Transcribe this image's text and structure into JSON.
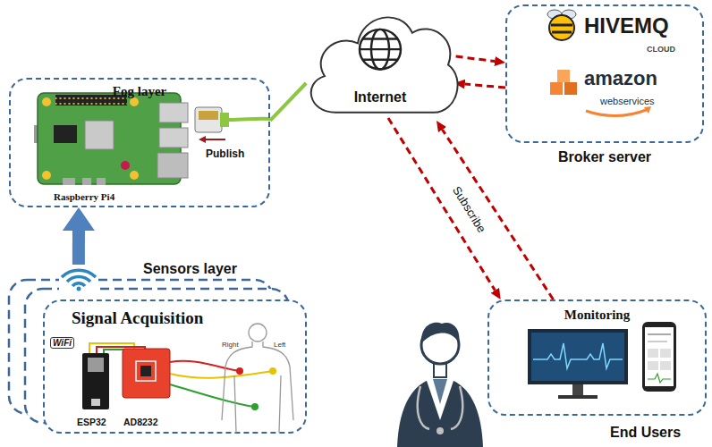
{
  "diagram": {
    "nodes": [
      {
        "text": [
          "Fog layer"
        ]
      },
      {
        "text": [
          "Internet"
        ]
      },
      {
        "text": [
          "Broker server"
        ]
      },
      {
        "text": [
          "Sensors layer",
          "Signal Acquisition"
        ]
      },
      {
        "text": [
          "Monitoring",
          "End Users"
        ]
      }
    ],
    "edges": [
      {
        "from": 3,
        "to": 0,
        "arrow": "to"
      },
      {
        "from": 0,
        "to": 1,
        "arrow": "none"
      },
      {
        "from": 1,
        "to": 2,
        "arrow": "to"
      },
      {
        "from": 2,
        "to": 1,
        "arrow": "to"
      },
      {
        "from": 1,
        "to": 4,
        "arrow": "to",
        "label": "Subscribe"
      },
      {
        "from": 4,
        "to": 1,
        "arrow": "to"
      }
    ],
    "labels": [
      "Raspberry Pi4",
      "Publish",
      "HIVEMQ",
      "CLOUD",
      "amazon",
      "webservices",
      "WiFi",
      "ESP32",
      "AD8232",
      "Right",
      "Left"
    ]
  }
}
